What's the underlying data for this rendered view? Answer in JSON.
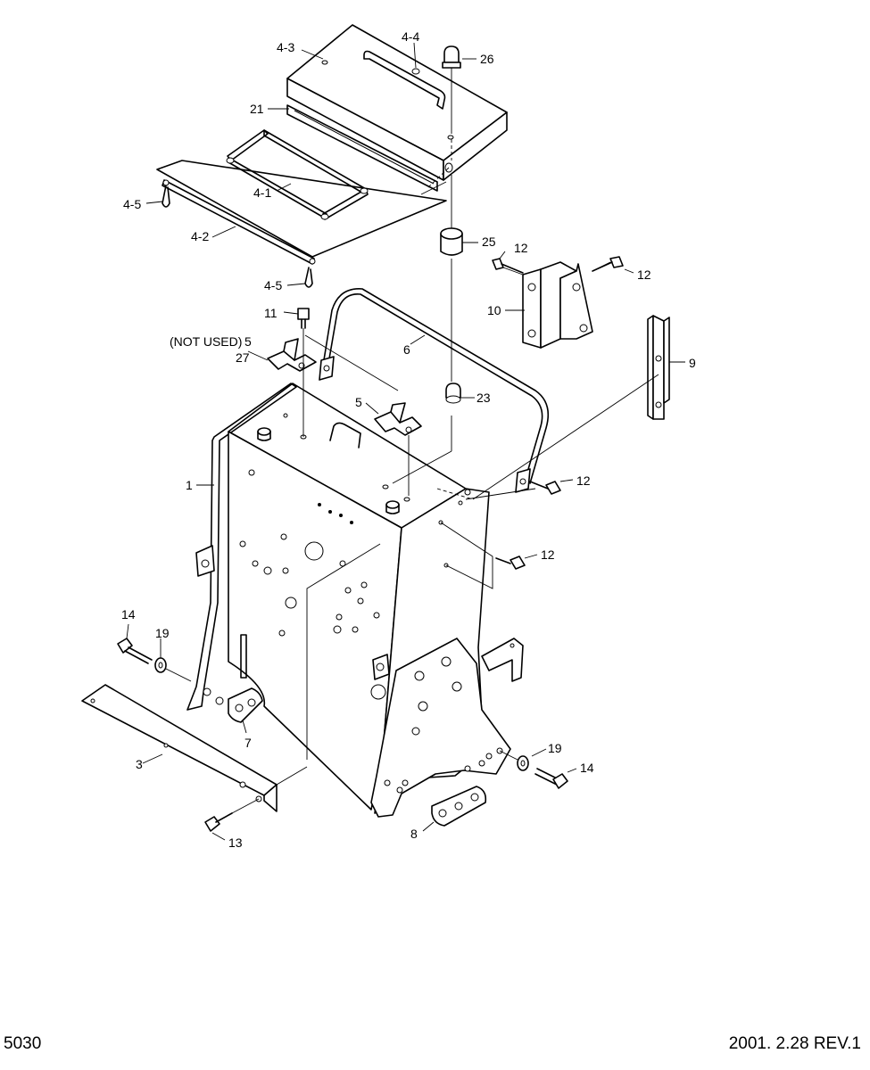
{
  "footer": {
    "page_number": "5030",
    "revision": "2001. 2.28 REV.1"
  },
  "callouts": {
    "c4_3": "4-3",
    "c4_4": "4-4",
    "c26": "26",
    "c21": "21",
    "c4_1": "4-1",
    "c4_5a": "4-5",
    "c4_2": "4-2",
    "c4_5b": "4-5",
    "c25": "25",
    "c12a": "12",
    "c12b": "12",
    "c10": "10",
    "c11": "11",
    "not_used": "(NOT USED)",
    "c5a": "5",
    "c27": "27",
    "c6": "6",
    "c9": "9",
    "c5b": "5",
    "c23": "23",
    "c1": "1",
    "c12c": "12",
    "c12d": "12",
    "c14a": "14",
    "c19a": "19",
    "c7": "7",
    "c3": "3",
    "c13": "13",
    "c19b": "19",
    "c14b": "14",
    "c8": "8"
  }
}
